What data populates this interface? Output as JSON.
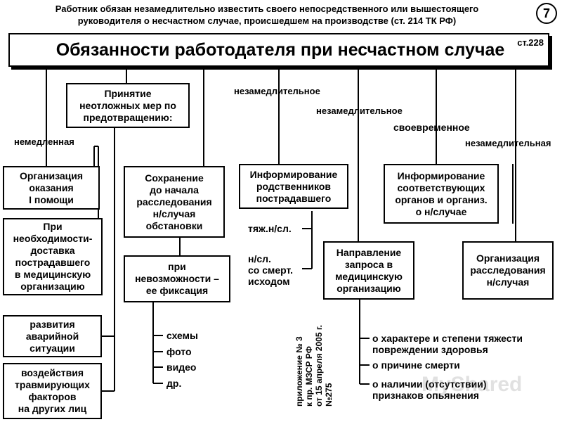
{
  "header": {
    "intro_line1": "Работник обязан незамедлительно известить своего непосредственного или вышестоящего",
    "intro_line2": "руководителя о несчастном случае, происшедшем на производстве (ст. 214 ТК РФ)",
    "slide_number": "7",
    "main_title": "Обязанности работодателя при несчастном случае",
    "article": "ст.228"
  },
  "labels": {
    "immediate": "немедленная",
    "prompt_neuter_1": "незамедлительное",
    "prompt_neuter_2": "незамедлительное",
    "timely": "своевременное",
    "prompt_fem": "незамедлительная"
  },
  "boxes": {
    "measures": [
      "Принятие",
      "неотложных мер по",
      "предотвращению:"
    ],
    "first_aid": [
      "Организация",
      "оказания",
      "I помощи"
    ],
    "delivery": [
      "При",
      "необходимости-",
      "доставка",
      "пострадавшего",
      "в медицинскую",
      "организацию"
    ],
    "emergency": [
      "развития",
      "аварийной",
      "ситуации"
    ],
    "factors": [
      "воздействия",
      "травмирующих",
      "факторов",
      "на других лиц"
    ],
    "preserve": [
      "Сохранение",
      "до начала",
      "расследования",
      "н/случая",
      "обстановки"
    ],
    "fixation": [
      "при",
      "невозможности –",
      "ее фиксация"
    ],
    "relatives": [
      "Информирование",
      "родственников",
      "пострадавшего"
    ],
    "request": [
      "Направление",
      "запроса в",
      "медицинскую",
      "организацию"
    ],
    "authorities": [
      "Информирование",
      "соответствующих",
      "органов и организ.",
      "о н/случае"
    ],
    "investigation": [
      "Организация",
      "расследования",
      "н/случая"
    ]
  },
  "fixation_methods": [
    "схемы",
    "фото",
    "видео",
    "др."
  ],
  "severity": {
    "severe": "тяж.н/сл.",
    "fatal_line1": "н/сл.",
    "fatal_line2": "со смерт.",
    "fatal_line3": "исходом"
  },
  "appendix_note": [
    "приложение № 3",
    "к пр. МЗСР РФ",
    "от 15 апреля 2005 г.",
    "№275"
  ],
  "request_items": {
    "item1_line1": "о характере и степени тяжести",
    "item1_line2": "повреждении здоровья",
    "item2": "о причине смерти",
    "item3_line1": "о наличии (отсутствии)",
    "item3_line2": "признаков опьянения"
  },
  "watermark": "MyShared"
}
